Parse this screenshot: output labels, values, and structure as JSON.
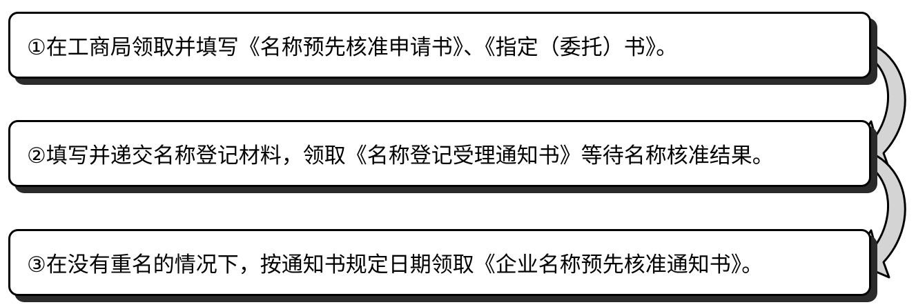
{
  "steps": [
    {
      "text": "①在工商局领取并填写《名称预先核准申请书》、《指定（委托）书》。"
    },
    {
      "text": "②填写并递交名称登记材料，领取《名称登记受理通知书》等待名称核准结果。"
    },
    {
      "text": "③在没有重名的情况下，按通知书规定日期领取《企业名称预先核准通知书》。"
    }
  ],
  "colors": {
    "box_border": "#000000",
    "box_fill": "#ffffff",
    "box_shadow": "#2b2b2b",
    "arrow_fill": "#d4d4d4",
    "arrow_stroke": "#000000"
  }
}
